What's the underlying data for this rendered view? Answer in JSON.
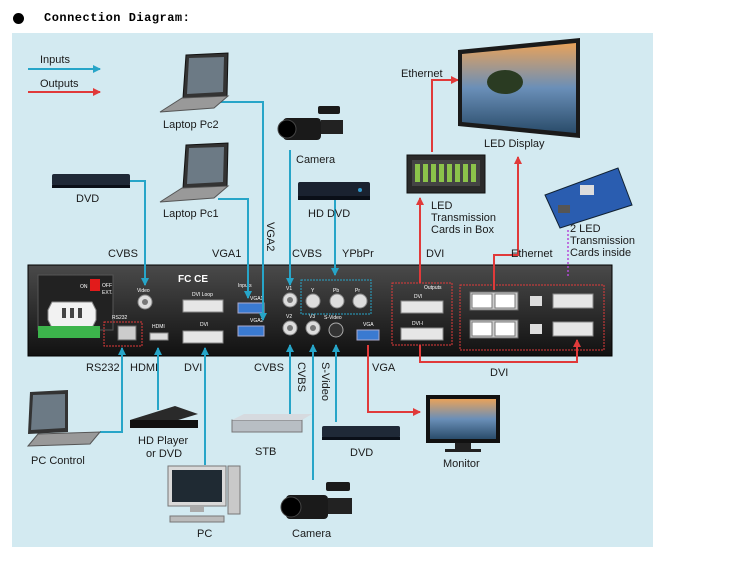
{
  "header": {
    "title": "Connection Diagram:"
  },
  "legend": {
    "inputs": "Inputs",
    "outputs": "Outputs"
  },
  "colors": {
    "input_line": "#27a5c8",
    "output_line": "#e03a3a",
    "panel_bg": "#d3eaf1"
  },
  "devices": {
    "laptop2": "Laptop Pc2",
    "laptop1": "Laptop Pc1",
    "dvd_top": "DVD",
    "camera_top": "Camera",
    "hd_dvd": "HD DVD",
    "led_box": [
      "LED",
      "Transmission",
      "Cards in Box"
    ],
    "ethernet_top": "Ethernet",
    "led_display": "LED Display",
    "led_cards_inside": [
      "2 LED",
      "Transmission",
      "Cards inside"
    ],
    "pc_control": "PC Control",
    "hd_player": [
      "HD Player",
      "or DVD"
    ],
    "stb": "STB",
    "dvd_bottom": "DVD",
    "monitor": "Monitor",
    "pc": "PC",
    "camera_bottom": "Camera"
  },
  "port_labels": {
    "cvbs_top": "CVBS",
    "vga1": "VGA1",
    "vga2": "VGA2",
    "cvbs_mid": "CVBS",
    "ypbpr": "YPbPr",
    "dvi_top": "DVI",
    "ethernet_right": "Ethernet",
    "rs232": "RS232",
    "hdmi": "HDMI",
    "dvi_bottom": "DVI",
    "cvbs_bottom": "CVBS",
    "cvbs_vertical": "CVBS",
    "svideo": "S-Video",
    "vga_out": "VGA",
    "dvi_right": "DVI"
  },
  "device_panel": {
    "cert": "FC CE",
    "video": "Video",
    "dvi_loop": "DVI Loop",
    "inputs": "Inputs",
    "vga1": "VGA1",
    "vga2": "VGA2",
    "v1": "V1",
    "v2": "V2",
    "v3": "V3",
    "y": "Y",
    "pb": "Pb",
    "pr": "Pr",
    "svideo": "S-Video",
    "outputs": "Outputs",
    "dvi": "DVI",
    "dvi_i": "DVI-I",
    "vga": "VGA",
    "hdmi": "HDMI",
    "dvi_in": "DVI",
    "rs232": "RS232",
    "power_on": "ON",
    "power_off": "OFF",
    "ext": "EXT."
  }
}
